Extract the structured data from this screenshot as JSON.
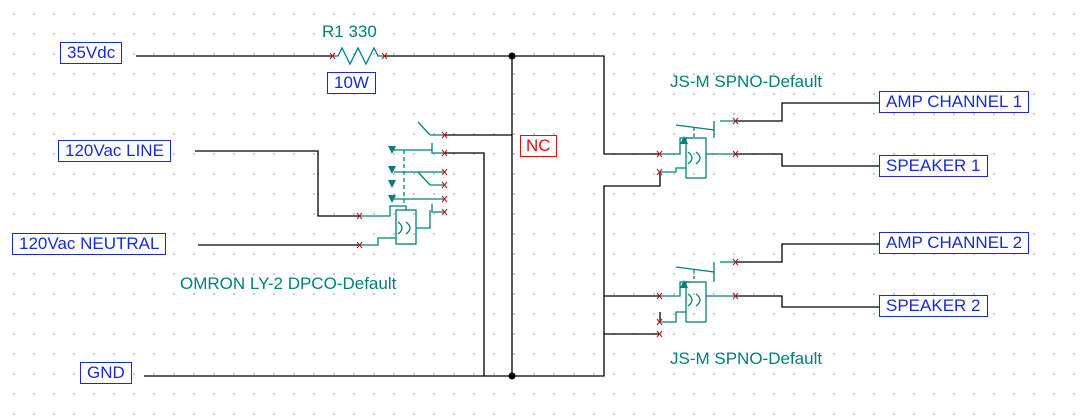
{
  "ports": {
    "v35": "35Vdc",
    "line": "120Vac LINE",
    "neutral": "120Vac NEUTRAL",
    "gnd": "GND",
    "amp1": "AMP CHANNEL 1",
    "spk1": "SPEAKER 1",
    "amp2": "AMP CHANNEL 2",
    "spk2": "SPEAKER 2"
  },
  "resistor": {
    "label": "R1 330",
    "rating": "10W"
  },
  "nc_label": "NC",
  "relays": {
    "main": "OMRON LY-2 DPCO-Default",
    "top": "JS-M SPNO-Default",
    "bottom": "JS-M SPNO-Default"
  },
  "colors": {
    "wire": "#000000",
    "component": "#00807a",
    "port": "#1a2ad1",
    "pin": "#b02020",
    "nc": "#e01010"
  }
}
